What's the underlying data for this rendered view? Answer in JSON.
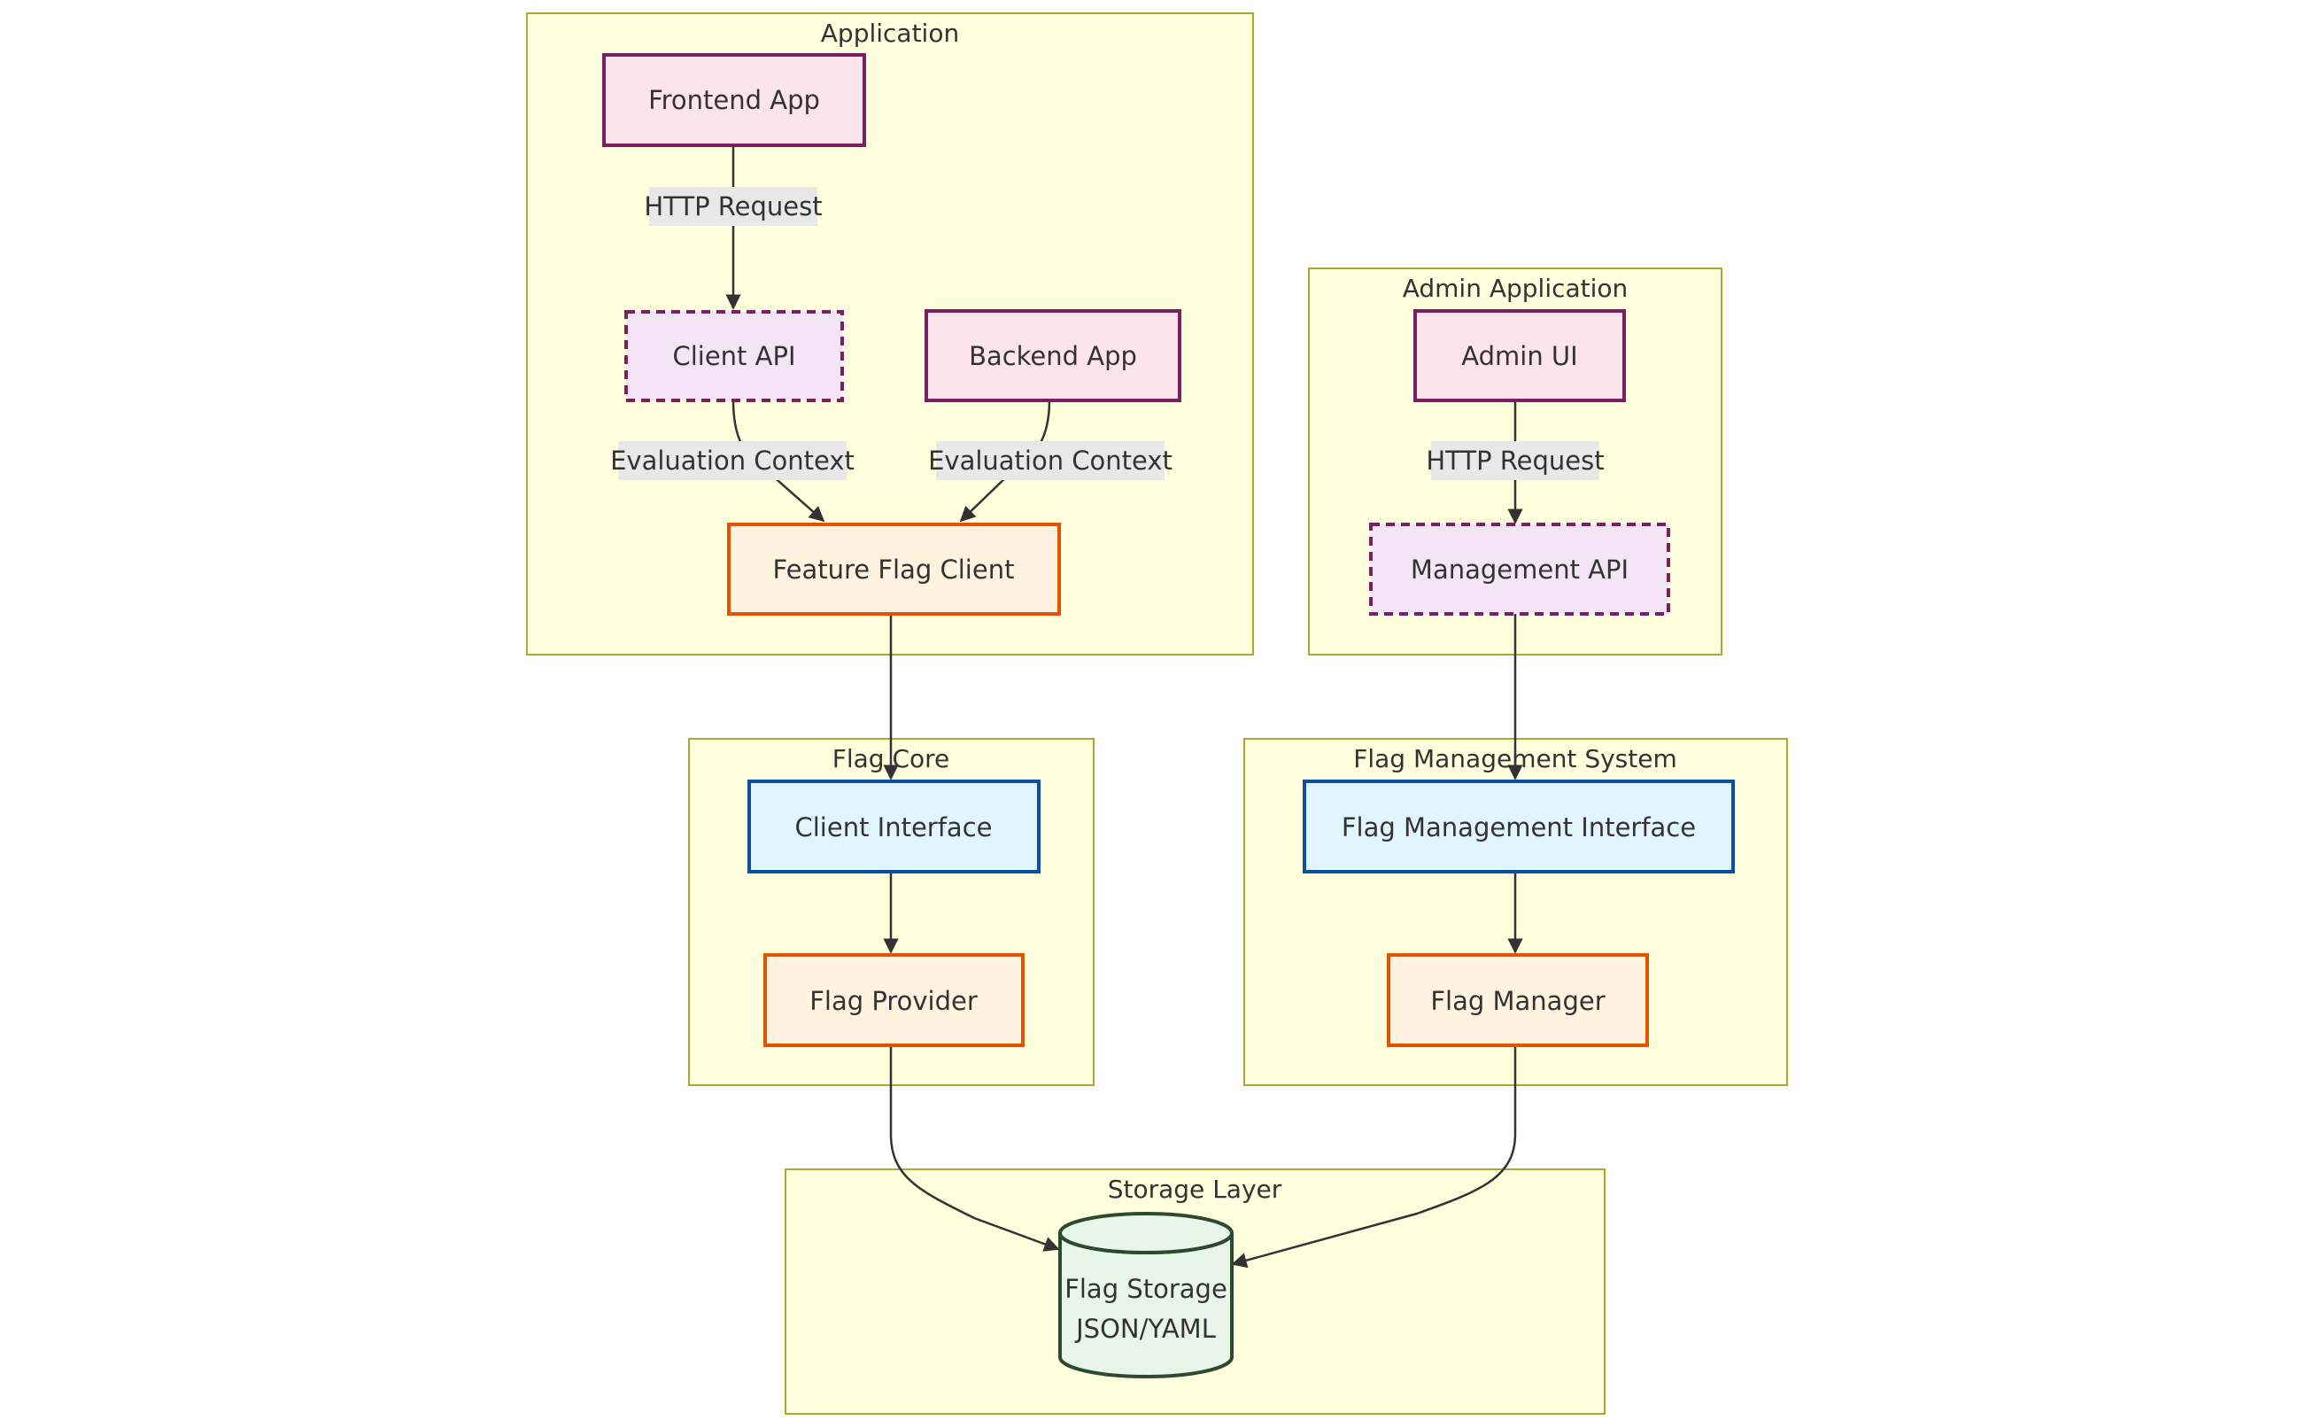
{
  "clusters": {
    "application": "Application",
    "admin_application": "Admin Application",
    "flag_core": "Flag Core",
    "flag_management_system": "Flag Management System",
    "storage_layer": "Storage Layer"
  },
  "nodes": {
    "frontend_app": "Frontend App",
    "client_api": "Client API",
    "backend_app": "Backend App",
    "feature_flag_client": "Feature Flag Client",
    "admin_ui": "Admin UI",
    "management_api": "Management API",
    "client_interface": "Client Interface",
    "flag_provider": "Flag Provider",
    "flag_management_interface": "Flag Management Interface",
    "flag_manager": "Flag Manager",
    "flag_storage_line1": "Flag Storage",
    "flag_storage_line2": "JSON/YAML"
  },
  "edge_labels": {
    "frontend_to_client_api": "HTTP Request",
    "client_api_to_ffc": "Evaluation Context",
    "backend_to_ffc": "Evaluation Context",
    "admin_ui_to_mgmt_api": "HTTP Request"
  },
  "colors": {
    "cluster_fill": "#ffffde",
    "cluster_stroke": "#aaaa33",
    "app_fill": "#fce4ec",
    "app_stroke": "#7b1f62",
    "api_fill": "#f3e5f5",
    "client_fill": "#fff3e0",
    "client_stroke": "#e65100",
    "interface_fill": "#e1f5fe",
    "interface_stroke": "#0d4f9e",
    "storage_fill": "#e8f5e9",
    "storage_stroke": "#2e4a2e"
  }
}
